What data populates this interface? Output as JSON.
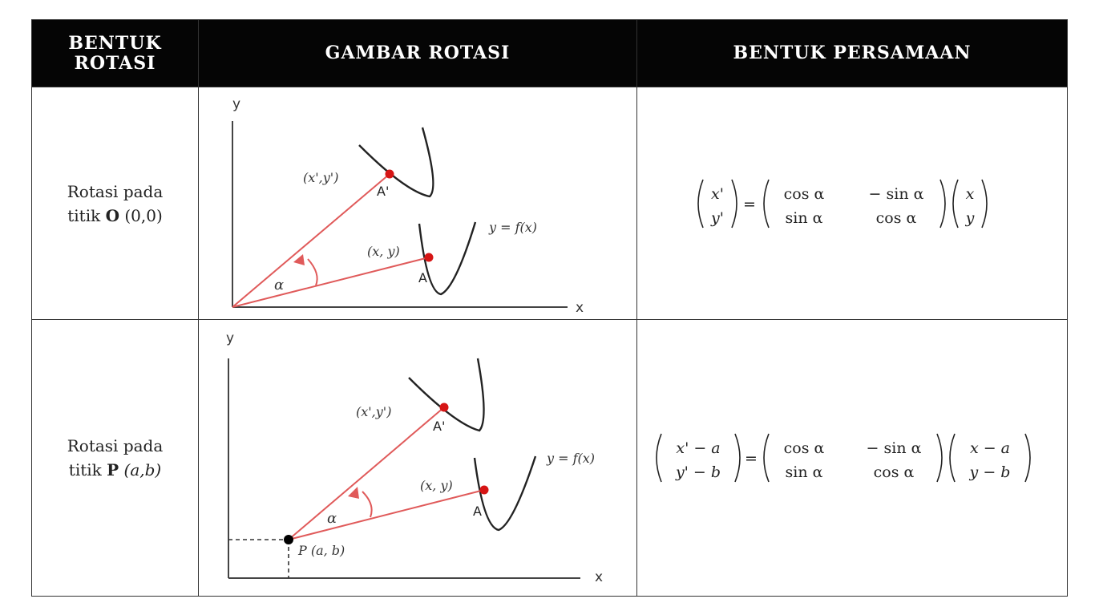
{
  "header": {
    "col1_line1": "BENTUK",
    "col1_line2": "ROTASI",
    "col2": "GAMBAR ROTASI",
    "col3": "BENTUK PERSAMAAN"
  },
  "row1": {
    "label_line1": "Rotasi pada",
    "label_line2_prefix": "titik ",
    "label_point": "O",
    "label_coords": " (0,0)",
    "fig": {
      "y_axis": "y",
      "x_axis": "x",
      "point_image_coords": "(x',y')",
      "point_image_name": "A'",
      "point_coords": "(x, y)",
      "point_name": "A",
      "curve_label": "y = f(x)",
      "angle": "α"
    },
    "equation": {
      "lhs_top": "x'",
      "lhs_bottom": "y'",
      "equals": "=",
      "m11": "cos α",
      "m12": "− sin α",
      "m21": "sin α",
      "m22": "cos α",
      "rhs_top": "x",
      "rhs_bottom": "y"
    }
  },
  "row2": {
    "label_line1": "Rotasi pada",
    "label_line2_prefix": "titik ",
    "label_point": "P",
    "label_coords": " (a,b)",
    "fig": {
      "y_axis": "y",
      "x_axis": "x",
      "point_image_coords": "(x',y')",
      "point_image_name": "A'",
      "point_coords": "(x, y)",
      "point_name": "A",
      "curve_label": "y = f(x)",
      "angle": "α",
      "center_label": "P (a, b)"
    },
    "equation": {
      "lhs_top": "x' − a",
      "lhs_bottom": "y' − b",
      "equals": "=",
      "m11": "cos α",
      "m12": "− sin α",
      "m21": "sin α",
      "m22": "cos α",
      "rhs_top": "x − a",
      "rhs_bottom": "y − b"
    }
  },
  "colors": {
    "header_bg": "#050505",
    "ray": "#e05a5a",
    "point": "#d61515",
    "center_point": "#000000"
  }
}
